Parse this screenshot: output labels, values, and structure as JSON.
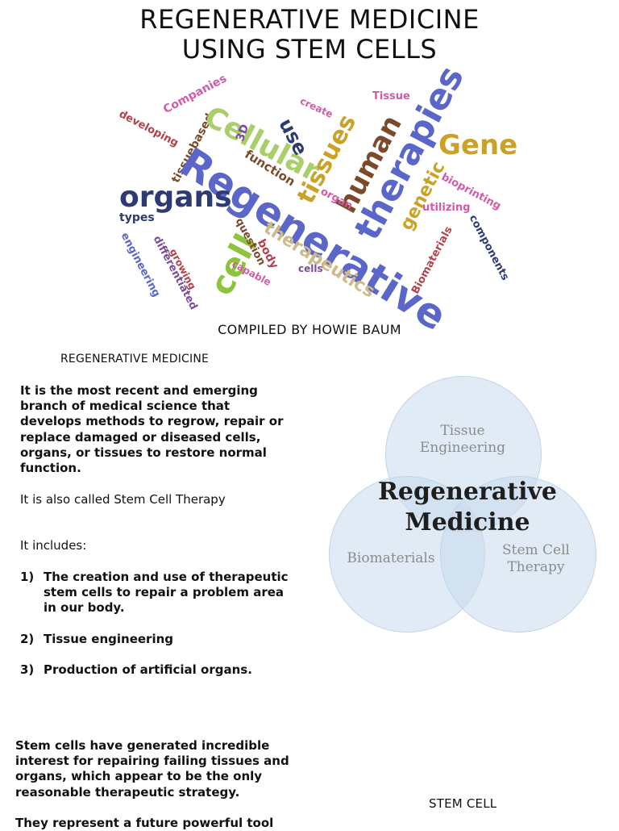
{
  "header": {
    "title_line1": "REGENERATIVE MEDICINE",
    "title_line2": "USING STEM CELLS",
    "compiled_by": "COMPILED BY HOWIE BAUM"
  },
  "word_cloud": {
    "words": [
      "Regenerative",
      "therapies",
      "therapeutics",
      "tissues",
      "human",
      "Cellular",
      "organs",
      "cell",
      "Gene",
      "genetic",
      "Companies",
      "developing",
      "tissuebased",
      "use",
      "create",
      "Tissue",
      "function",
      "3D",
      "question",
      "body",
      "cells",
      "capable",
      "growing",
      "differentiated",
      "engineering",
      "types",
      "organ",
      "utilizing",
      "bioprinting",
      "components",
      "Biomaterials"
    ],
    "colors": {
      "blue": "#5a67c9",
      "green": "#8cc43c",
      "gold": "#c9a227",
      "pink": "#d35aa5",
      "brown": "#7a4a2a",
      "purple": "#7b4c9a",
      "tan": "#cdb98a",
      "lime": "#a9cf6b",
      "navy": "#2e3a73",
      "red": "#b3414a"
    }
  },
  "left_column": {
    "section_title": "REGENERATIVE MEDICINE",
    "intro": "It is the most recent and emerging branch of medical science that develops methods to regrow, repair or replace damaged or diseased cells, organs, or tissues to restore normal function.",
    "also_called": "It is also called Stem Cell Therapy",
    "includes": "It includes:",
    "items": [
      {
        "num": "1)",
        "text": "The creation and use of therapeutic stem cells to repair a problem area in our body."
      },
      {
        "num": "2)",
        "text": "Tissue engineering"
      },
      {
        "num": "3)",
        "text": "Production of artificial organs."
      }
    ],
    "stem_para": "Stem cells have generated incredible interest for repairing failing tissues and organs, which appear to be the only reasonable therapeutic strategy.",
    "future_para": "They represent a future powerful tool"
  },
  "venn": {
    "center_line1": "Regenerative",
    "center_line2": "Medicine",
    "top_line1": "Tissue",
    "top_line2": "Engineering",
    "left": "Biomaterials",
    "right_line1": "Stem Cell",
    "right_line2": "Therapy",
    "circle_color": "#c8daec"
  },
  "stem_cell_label": "STEM CELL"
}
